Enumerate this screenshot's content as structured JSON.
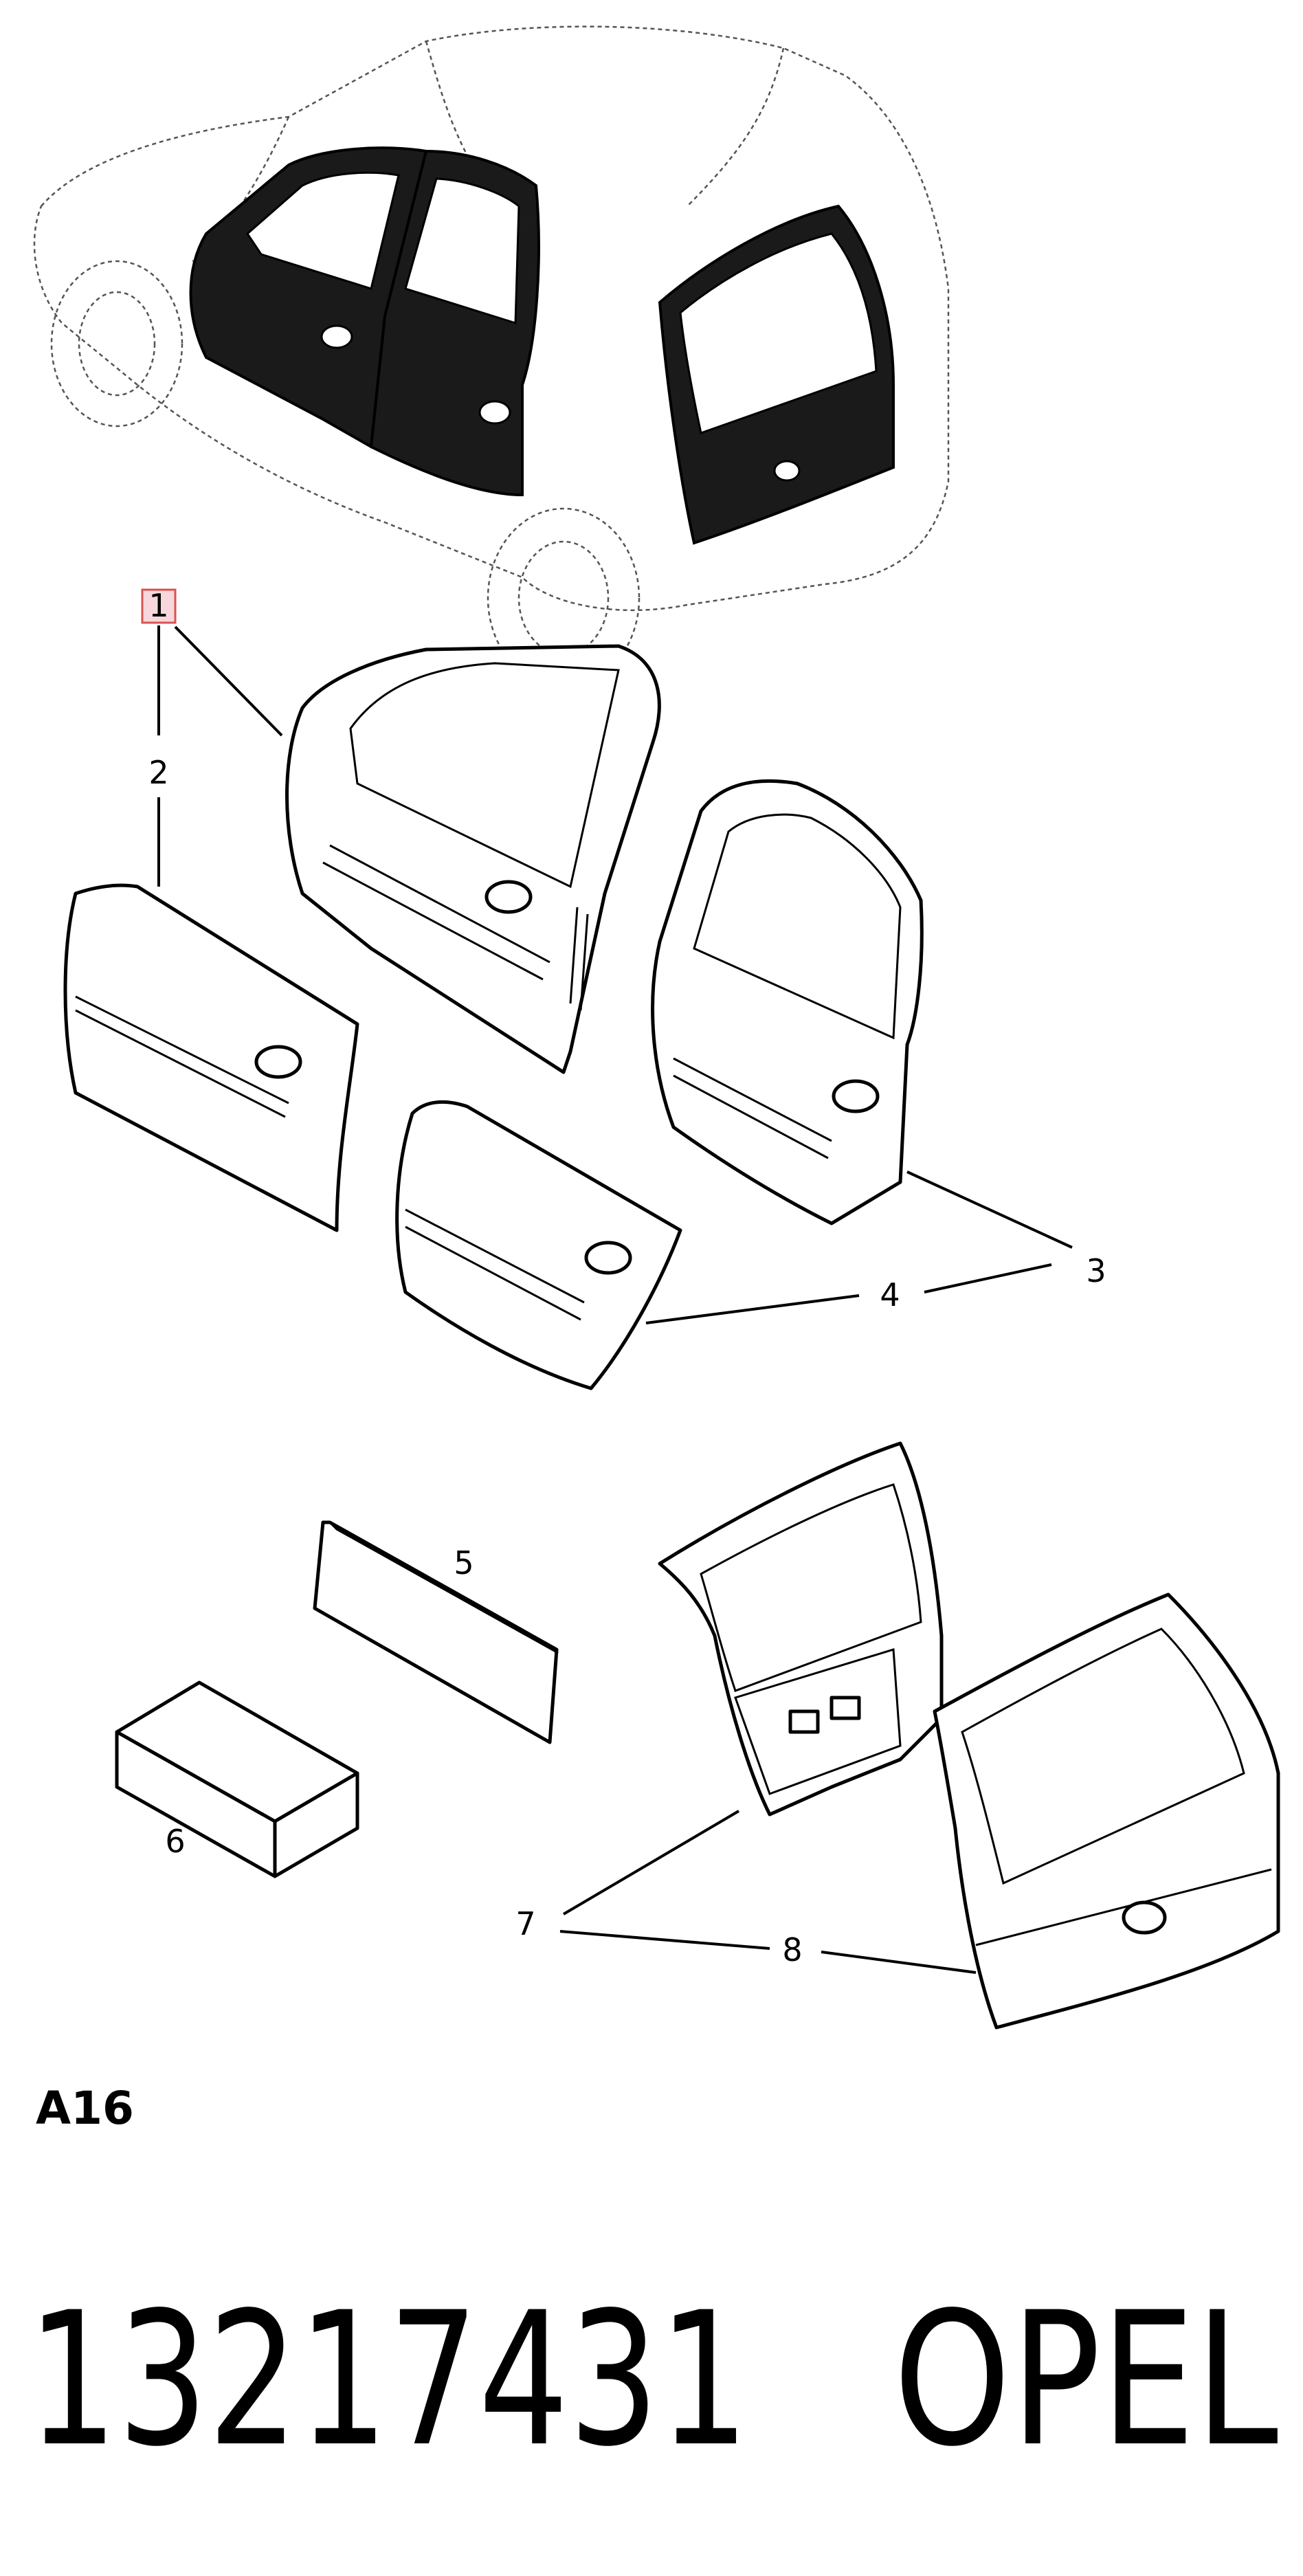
{
  "callouts": {
    "c1": "1",
    "c2": "2",
    "c3": "3",
    "c4": "4",
    "c5": "5",
    "c6": "6",
    "c7": "7",
    "c8": "8"
  },
  "section_code": "A16",
  "part_number": "13217431",
  "brand": "OPEL",
  "colors": {
    "highlight_box_fill": "#f8d7dc",
    "highlight_box_stroke": "#d9534f",
    "line": "#000000",
    "panel_dark": "#1a1a1a"
  }
}
